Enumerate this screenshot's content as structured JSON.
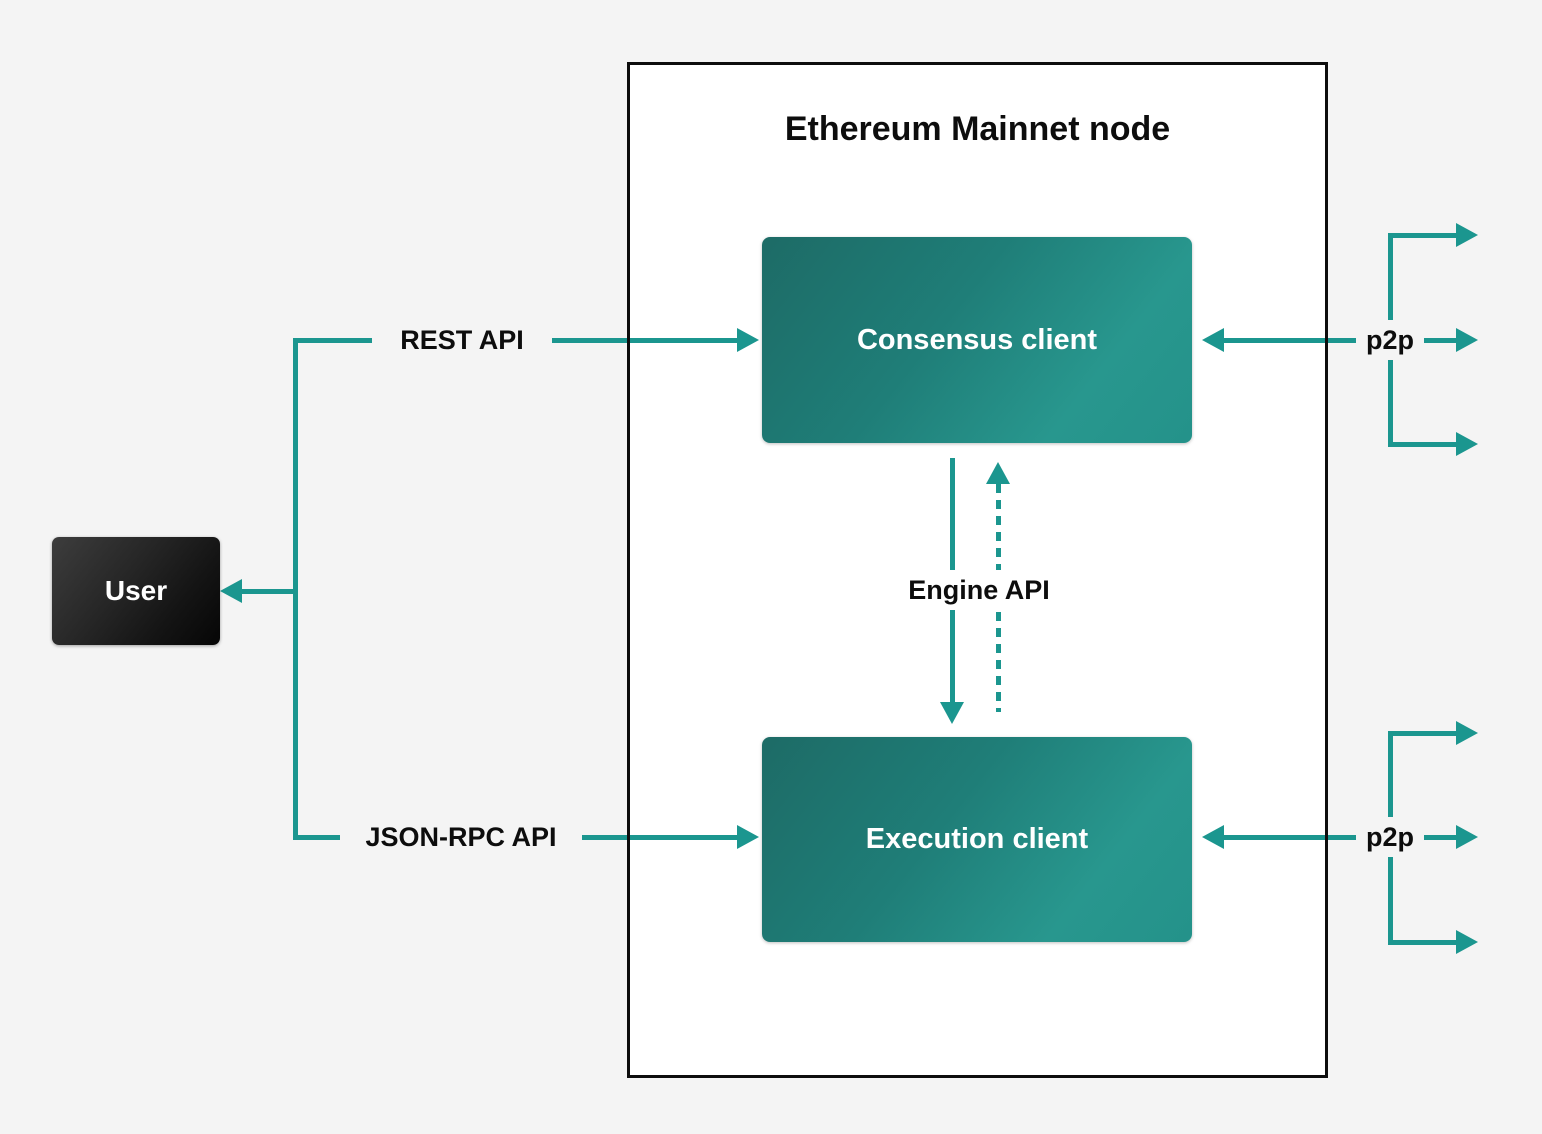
{
  "diagram": {
    "title": "Ethereum Mainnet node",
    "nodes": {
      "user": {
        "label": "User"
      },
      "consensus": {
        "label": "Consensus client"
      },
      "execution": {
        "label": "Execution client"
      }
    },
    "edges": {
      "rest_api": {
        "label": "REST API",
        "from": "User",
        "to": "Consensus client",
        "style": "solid-arrow"
      },
      "json_rpc_api": {
        "label": "JSON-RPC API",
        "from": "User",
        "to": "Execution client",
        "style": "solid-arrow"
      },
      "engine_api": {
        "label": "Engine API",
        "between": [
          "Consensus client",
          "Execution client"
        ],
        "style": "solid-down-and-dotted-up"
      },
      "p2p_consensus": {
        "label": "p2p",
        "to": "Consensus client",
        "fanout_arrows": 3
      },
      "p2p_execution": {
        "label": "p2p",
        "to": "Execution client",
        "fanout_arrows": 3
      }
    },
    "colors": {
      "accent_teal": "#1b968f",
      "node_gradient_dark": "#1d6b66",
      "node_gradient_light": "#28978e",
      "user_box_black": "#141414",
      "container_border": "#0d0d0d",
      "page_background": "#f4f4f4",
      "container_fill": "#ffffff"
    }
  }
}
